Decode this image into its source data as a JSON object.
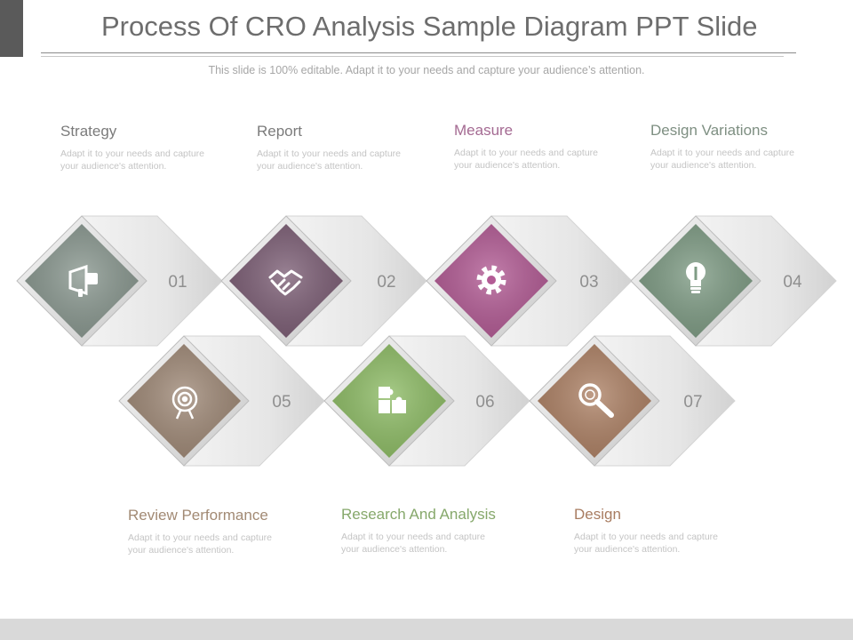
{
  "title": "Process Of CRO Analysis Sample Diagram PPT Slide",
  "subtitle": "This slide is 100% editable. Adapt it to your needs and capture your audience’s attention.",
  "steps": [
    {
      "number": "01",
      "heading": "Strategy",
      "body": "Adapt it to your needs and capture your audience's attention.",
      "color": "#8a9890",
      "heading_color": "#7b7b7b",
      "icon": "megaphone-icon"
    },
    {
      "number": "02",
      "heading": "Report",
      "body": "Adapt it to your needs and capture your audience's attention.",
      "color": "#7d5f76",
      "heading_color": "#7b7b7b",
      "icon": "handshake-icon"
    },
    {
      "number": "03",
      "heading": "Measure",
      "body": "Adapt it to your needs and capture your audience's attention.",
      "color": "#b35c95",
      "heading_color": "#a46a92",
      "icon": "gear-icon"
    },
    {
      "number": "04",
      "heading": "Design Variations",
      "body": "Adapt it to your needs and capture your audience's attention.",
      "color": "#7f9c85",
      "heading_color": "#7e8f82",
      "icon": "lightbulb-icon"
    },
    {
      "number": "05",
      "heading": "Review Performance",
      "body": "Adapt it to your needs and capture your audience's attention.",
      "color": "#a08a78",
      "heading_color": "#a28a74",
      "icon": "target-icon"
    },
    {
      "number": "06",
      "heading": "Research And Analysis",
      "body": "Adapt it to your needs and capture your audience's attention.",
      "color": "#8fbd67",
      "heading_color": "#86a86b",
      "icon": "puzzle-icon"
    },
    {
      "number": "07",
      "heading": "Design",
      "body": "Adapt it to your needs and capture your audience's attention.",
      "color": "#ae8266",
      "heading_color": "#a87c61",
      "icon": "magnifier-icon"
    }
  ]
}
